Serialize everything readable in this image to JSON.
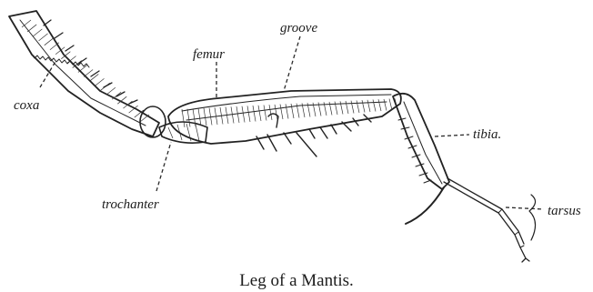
{
  "figure": {
    "caption": "Leg of a Mantis.",
    "labels": {
      "coxa": "coxa",
      "femur": "femur",
      "groove": "groove",
      "trochanter": "trochanter",
      "tibia": "tibia.",
      "tarsus": "tarsus"
    }
  }
}
